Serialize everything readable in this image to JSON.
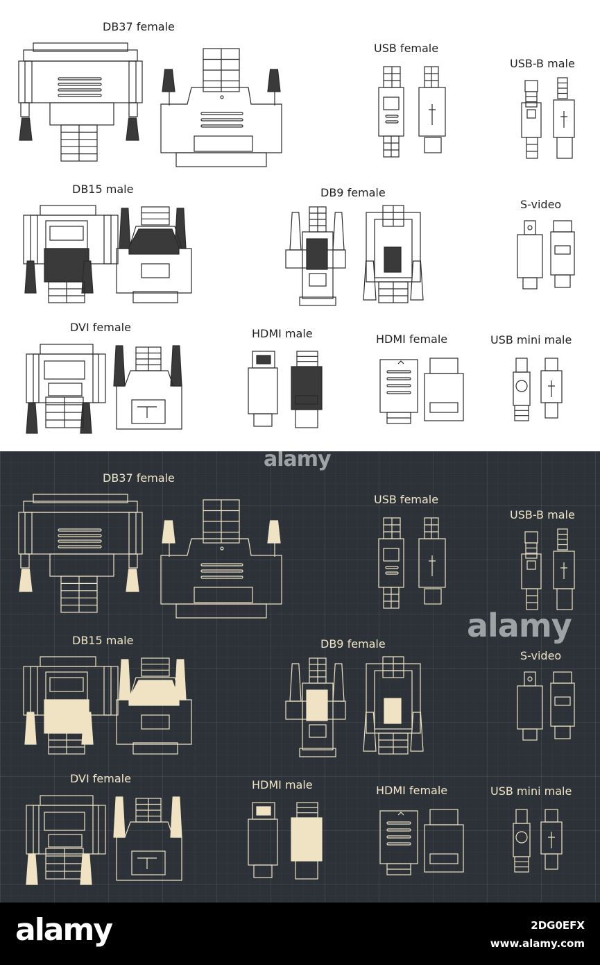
{
  "labels": {
    "db37_female": "DB37 female",
    "usb_female": "USB female",
    "usb_b_male": "USB-B male",
    "db15_male": "DB15 male",
    "db9_female": "DB9 female",
    "s_video": "S-video",
    "dvi_female": "DVI female",
    "hdmi_male": "HDMI male",
    "hdmi_female": "HDMI female",
    "usb_mini_male": "USB mini male"
  },
  "watermark": "alamy",
  "footer": {
    "logo": "alamy",
    "image_id": "2DG0EFX",
    "url": "www.alamy.com"
  },
  "colors": {
    "light_bg": "#ffffff",
    "light_line": "#2a2a2a",
    "dark_bg": "#2c3238",
    "dark_line": "#efe3c4",
    "footer_bg": "#000000"
  }
}
